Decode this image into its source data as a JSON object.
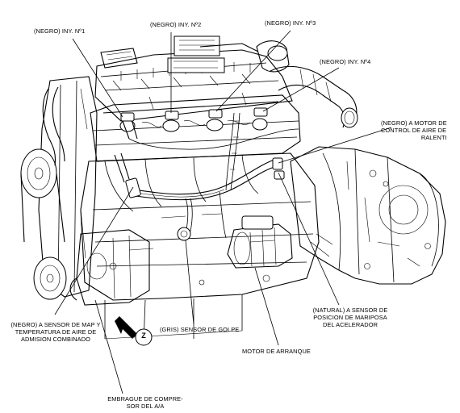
{
  "callouts": {
    "iny1": "(NEGRO) INY. Nº1",
    "iny2": "(NEGRO) INY. Nº2",
    "iny3": "(NEGRO) INY. Nº3",
    "iny4": "(NEGRO) INY. Nº4",
    "iac": [
      "(NEGRO) A MOTOR DE",
      "CONTROL DE AIRE DE",
      "RALENTI"
    ],
    "map": [
      "(NEGRO) A SENSOR DE MAP Y",
      "TEMPERATURA DE AIRE DE",
      "ADMISION COMBINADO"
    ],
    "knock": "(GRIS) SENSOR DE GOLPE",
    "starter": "MOTOR DE ARRANQUE",
    "tps": [
      "(NATURAL) A SENSOR DE",
      "POSICION DE MARIPOSA",
      "DEL ACELERADOR"
    ],
    "clutch": [
      "EMBRAGUE DE COMPRE-",
      "SOR DEL A/A"
    ]
  },
  "marker": "Z"
}
